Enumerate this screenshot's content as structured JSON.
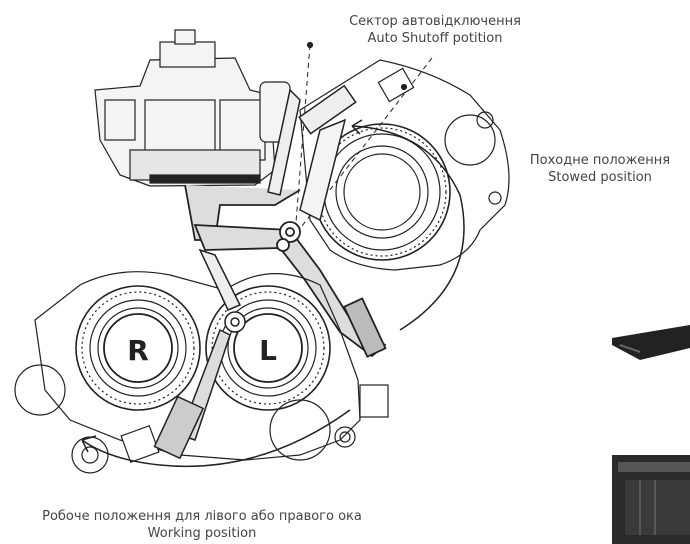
{
  "labels": {
    "auto_shutoff_ua": "Сектор автовідключення",
    "auto_shutoff_en": "Auto Shutoff potition",
    "stowed_ua": "Походне положення",
    "stowed_en": "Stowed position",
    "working_ua": "Робоче положення для лівого або правого ока",
    "working_en": "Working position"
  },
  "eyes": {
    "right": "R",
    "left": "L"
  },
  "colors": {
    "line": "#222222",
    "label_text": "#444444",
    "mount_fill": "#dddddd"
  }
}
